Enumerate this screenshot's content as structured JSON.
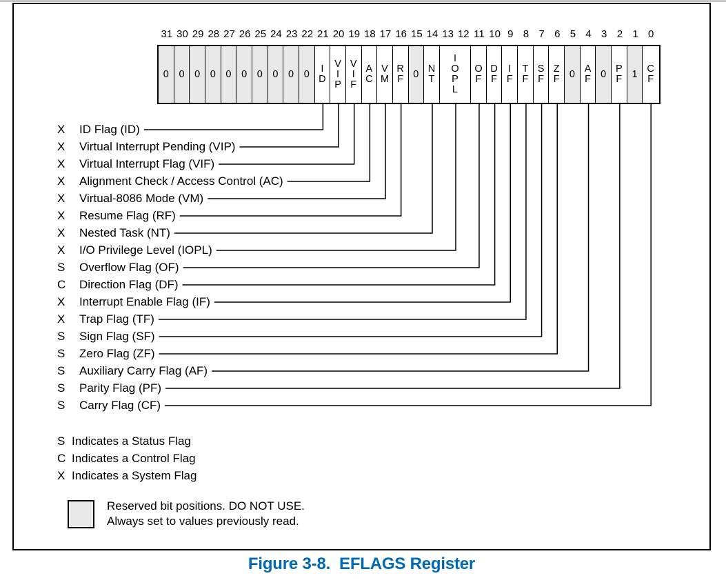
{
  "figure": {
    "caption": "Figure 3-8.  EFLAGS Register",
    "caption_color": "#0068b5"
  },
  "register": {
    "reserved_fill": "#e8e8e8",
    "bit_numbers": [
      "31",
      "30",
      "29",
      "28",
      "27",
      "26",
      "25",
      "24",
      "23",
      "22",
      "21",
      "20",
      "19",
      "18",
      "17",
      "16",
      "15",
      "14",
      "13",
      "12",
      "11",
      "10",
      "9",
      "8",
      "7",
      "6",
      "5",
      "4",
      "3",
      "2",
      "1",
      "0"
    ],
    "cells": [
      {
        "text": "0",
        "bits": 1,
        "reserved": true
      },
      {
        "text": "0",
        "bits": 1,
        "reserved": true
      },
      {
        "text": "0",
        "bits": 1,
        "reserved": true
      },
      {
        "text": "0",
        "bits": 1,
        "reserved": true
      },
      {
        "text": "0",
        "bits": 1,
        "reserved": true
      },
      {
        "text": "0",
        "bits": 1,
        "reserved": true
      },
      {
        "text": "0",
        "bits": 1,
        "reserved": true
      },
      {
        "text": "0",
        "bits": 1,
        "reserved": true
      },
      {
        "text": "0",
        "bits": 1,
        "reserved": true
      },
      {
        "text": "0",
        "bits": 1,
        "reserved": true
      },
      {
        "text": "ID",
        "bits": 1,
        "reserved": false
      },
      {
        "text": "VIP",
        "bits": 1,
        "reserved": false
      },
      {
        "text": "VIF",
        "bits": 1,
        "reserved": false
      },
      {
        "text": "AC",
        "bits": 1,
        "reserved": false
      },
      {
        "text": "VM",
        "bits": 1,
        "reserved": false
      },
      {
        "text": "RF",
        "bits": 1,
        "reserved": false
      },
      {
        "text": "0",
        "bits": 1,
        "reserved": true
      },
      {
        "text": "NT",
        "bits": 1,
        "reserved": false
      },
      {
        "text": "IOPL",
        "bits": 2,
        "reserved": false
      },
      {
        "text": "OF",
        "bits": 1,
        "reserved": false
      },
      {
        "text": "DF",
        "bits": 1,
        "reserved": false
      },
      {
        "text": "IF",
        "bits": 1,
        "reserved": false
      },
      {
        "text": "TF",
        "bits": 1,
        "reserved": false
      },
      {
        "text": "SF",
        "bits": 1,
        "reserved": false
      },
      {
        "text": "ZF",
        "bits": 1,
        "reserved": false
      },
      {
        "text": "0",
        "bits": 1,
        "reserved": true
      },
      {
        "text": "AF",
        "bits": 1,
        "reserved": false
      },
      {
        "text": "0",
        "bits": 1,
        "reserved": true
      },
      {
        "text": "PF",
        "bits": 1,
        "reserved": false
      },
      {
        "text": "1",
        "bits": 1,
        "reserved": true
      },
      {
        "text": "CF",
        "bits": 1,
        "reserved": false
      }
    ],
    "flag_labels": [
      {
        "symbol": "X",
        "label": "ID Flag (ID)",
        "bit_center": 21
      },
      {
        "symbol": "X",
        "label": "Virtual Interrupt Pending (VIP)",
        "bit_center": 20
      },
      {
        "symbol": "X",
        "label": "Virtual Interrupt Flag (VIF)",
        "bit_center": 19
      },
      {
        "symbol": "X",
        "label": "Alignment Check / Access Control (AC)",
        "bit_center": 18
      },
      {
        "symbol": "X",
        "label": "Virtual-8086 Mode (VM)",
        "bit_center": 17
      },
      {
        "symbol": "X",
        "label": "Resume Flag (RF)",
        "bit_center": 16
      },
      {
        "symbol": "X",
        "label": "Nested Task (NT)",
        "bit_center": 14
      },
      {
        "symbol": "X",
        "label": "I/O Privilege Level (IOPL)",
        "bit_center": 12.5
      },
      {
        "symbol": "S",
        "label": "Overflow Flag (OF)",
        "bit_center": 11
      },
      {
        "symbol": "C",
        "label": "Direction Flag (DF)",
        "bit_center": 10
      },
      {
        "symbol": "X",
        "label": "Interrupt Enable Flag (IF)",
        "bit_center": 9
      },
      {
        "symbol": "X",
        "label": "Trap Flag (TF)",
        "bit_center": 8
      },
      {
        "symbol": "S",
        "label": "Sign Flag (SF)",
        "bit_center": 7
      },
      {
        "symbol": "S",
        "label": "Zero Flag (ZF)",
        "bit_center": 6
      },
      {
        "symbol": "S",
        "label": "Auxiliary Carry Flag (AF)",
        "bit_center": 4
      },
      {
        "symbol": "S",
        "label": "Parity Flag (PF)",
        "bit_center": 2
      },
      {
        "symbol": "S",
        "label": "Carry Flag (CF)",
        "bit_center": 0
      }
    ],
    "legend": [
      {
        "symbol": "S",
        "text": "Indicates a Status Flag"
      },
      {
        "symbol": "C",
        "text": "Indicates a Control Flag"
      },
      {
        "symbol": "X",
        "text": "Indicates a System Flag"
      }
    ],
    "reserved_note": {
      "line1": "Reserved bit positions. DO NOT USE.",
      "line2": "Always set to values previously read."
    }
  }
}
